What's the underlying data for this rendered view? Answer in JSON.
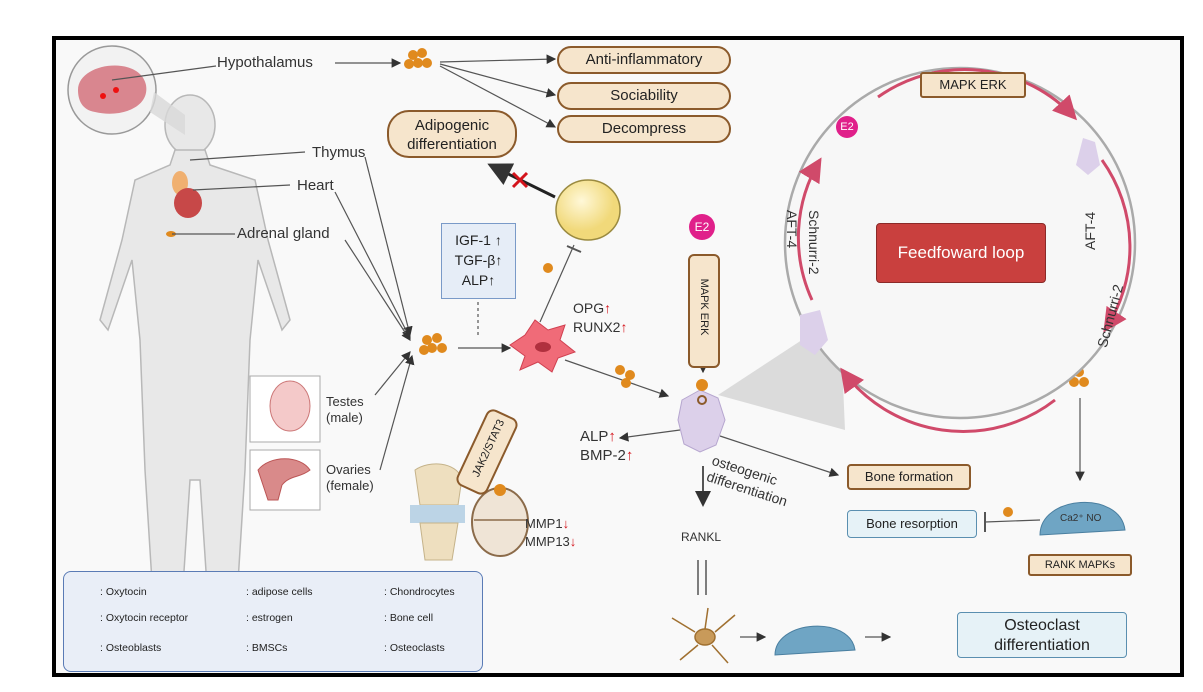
{
  "organs": {
    "hypothalamus": "Hypothalamus",
    "thymus": "Thymus",
    "heart": "Heart",
    "adrenal": "Adrenal gland",
    "testes": "Testes\n(male)",
    "ovaries": "Ovaries\n(female)"
  },
  "effects": [
    "Anti-inflammatory",
    "Sociability",
    "Decompress"
  ],
  "adipogenic": "Adipogenic\ndifferentiation",
  "growth_factors": [
    "IGF-1 ↑",
    "TGF-β↑",
    "ALP↑"
  ],
  "opg": "OPG",
  "runx2": "RUNX2",
  "up_arrow": "↑",
  "down_arrow": "↓",
  "jak": "JAK2/STAT3",
  "e2": "E2",
  "mapk_vertical": "MAPK ERK",
  "mapk_loop": "MAPK ERK",
  "feedforward": "Feedfoward loop",
  "aft4_left": "AFT-4",
  "schnurri_left": "Schnurri-2",
  "aft4_right": "AFT-4",
  "schnurri_right": "Schnurri-2",
  "alp": "ALP",
  "bmp2": "BMP-2",
  "mmp1": "MMP1",
  "mmp13": "MMP13",
  "osteogenic": "osteogenic\ndifferentiation",
  "bone_formation": "Bone formation",
  "bone_resorption": "Bone resorption",
  "ca_no": "Ca2⁺ NO",
  "rank_mapks": "RANK MAPKs",
  "rankl": "RANKL",
  "osteoclast_diff": "Osteoclast\ndifferentiation",
  "legend": [
    {
      "label": ": Oxytocin",
      "icon": "oxytocin"
    },
    {
      "label": ": adipose cells",
      "icon": "adipose"
    },
    {
      "label": ": Chondrocytes",
      "icon": "chondrocyte"
    },
    {
      "label": ": Oxytocin receptor",
      "icon": "receptor"
    },
    {
      "label": ": estrogen",
      "icon": "estrogen"
    },
    {
      "label": ": Bone cell",
      "icon": "bone-cell"
    },
    {
      "label": ": Osteoblasts",
      "icon": "osteoblast"
    },
    {
      "label": ": BMSCs",
      "icon": "bmsc"
    },
    {
      "label": ": Osteoclasts",
      "icon": "osteoclast"
    }
  ],
  "colors": {
    "oxytocin": "#e08a1e",
    "estrogen": "#e0208a",
    "loop": "#d04a6a",
    "feedforward": "#c9403e",
    "pill_border": "#8b5a2b",
    "pill_fill": "#f6e5cc"
  }
}
